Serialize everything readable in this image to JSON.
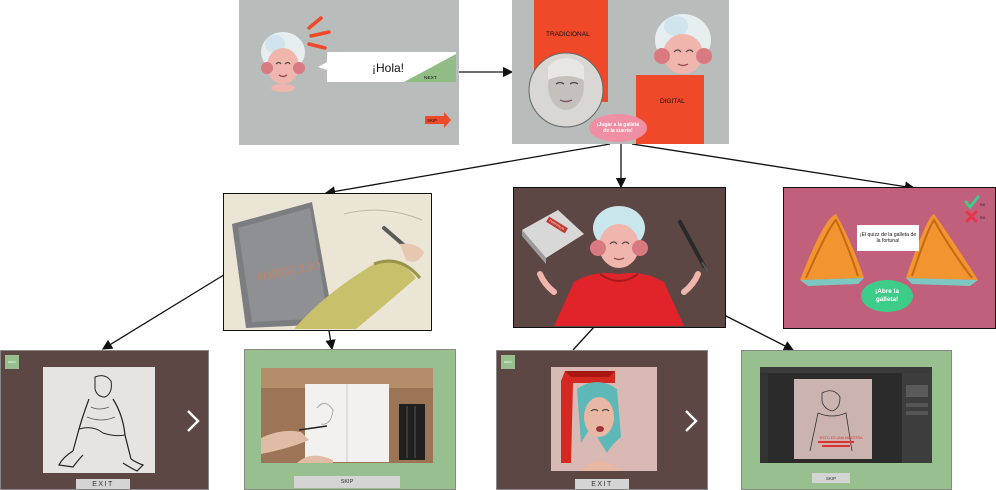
{
  "screens": {
    "intro": {
      "greeting": "¡Hola!",
      "next_label": "NEXT",
      "skip_label": "SKIP"
    },
    "menu": {
      "traditional_label": "TRADICIONAL",
      "digital_label": "DIGITAL",
      "fortune_label": "¡Jugar a la galleta de la suerte!"
    },
    "portfolio": {
      "book_label": "PORTFOLIO"
    },
    "choice": {
      "book_label": "PORTFOLIO"
    },
    "fortune": {
      "quiz_text": "¡El quizz de la galleta de la fortuna!",
      "open_label": "¡Abre la galleta!",
      "yes_label": "Sí!",
      "no_label": "Sí!"
    },
    "gallery_traditional": {
      "exit_label": "EXIT",
      "menu_label": "MENU"
    },
    "video_traditional": {
      "skip_label": "SKIP"
    },
    "gallery_digital": {
      "exit_label": "EXIT",
      "menu_label": "MENU"
    },
    "video_digital": {
      "skip_label": "SKIP"
    }
  },
  "colors": {
    "grey": "#b8bcbb",
    "orange_red": "#f0492a",
    "pink": "#ef8fa3",
    "maroon": "#5d4744",
    "rose": "#c0607a",
    "green_frame": "#98c08f",
    "mint": "#3ecc8a"
  }
}
